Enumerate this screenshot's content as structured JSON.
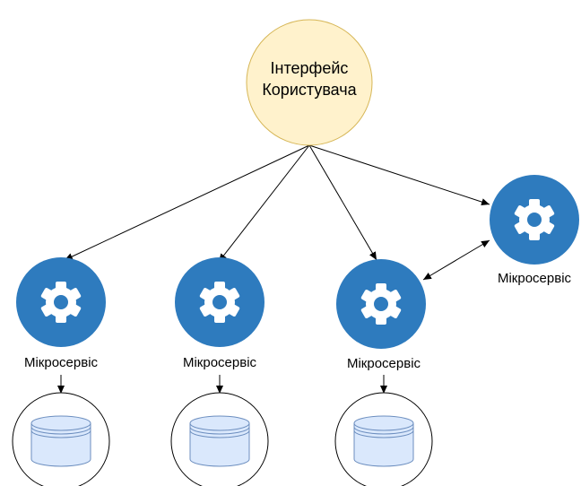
{
  "ui_node": {
    "line1": "Інтерфейс",
    "line2": "Користувача",
    "fill": "#FFF2CC",
    "stroke": "#D6B656"
  },
  "services": [
    {
      "label": "Мікросервіс",
      "has_database": true
    },
    {
      "label": "Мікросервіс",
      "has_database": true
    },
    {
      "label": "Мікросервіс",
      "has_database": true
    },
    {
      "label": "Мікросервіс",
      "has_database": false
    }
  ],
  "colors": {
    "service_fill": "#2E7BBE",
    "gear": "#FFFFFF",
    "database_fill": "#DAE8FC",
    "database_stroke": "#6C8EBF",
    "edge": "#000000"
  },
  "icons": {
    "service": "gear-icon",
    "database": "database-icon"
  }
}
